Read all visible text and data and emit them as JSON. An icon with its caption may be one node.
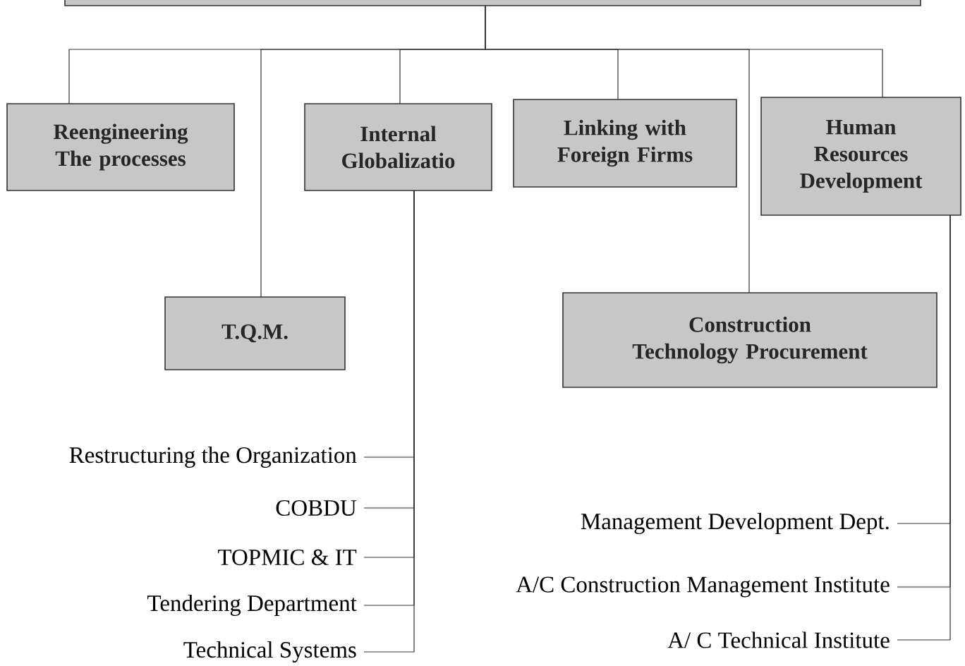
{
  "diagram": {
    "nodes": [
      {
        "text": [],
        "shape": "box"
      },
      {
        "text": [
          "Reengineering The processes"
        ]
      },
      {
        "text": [
          "Internal Globalizatio"
        ]
      },
      {
        "text": [
          "Linking with Foreign Firms"
        ]
      },
      {
        "text": [
          "Human Resources Development"
        ]
      },
      {
        "text": [
          "T.Q.M."
        ]
      },
      {
        "text": [
          "Construction Technology Procurement"
        ]
      },
      {
        "text": [
          "Restructuring the Organization"
        ]
      },
      {
        "text": [
          "COBDU"
        ]
      },
      {
        "text": [
          "TOPMIC & IT"
        ]
      },
      {
        "text": [
          "Tendering Department"
        ]
      },
      {
        "text": [
          "Technical Systems"
        ]
      },
      {
        "text": [
          "Management Development Dept."
        ]
      },
      {
        "text": [
          "A/C Construction Management Institute"
        ]
      },
      {
        "text": [
          "A/ C Technical Institute"
        ]
      }
    ],
    "edges": [
      {
        "from": 0,
        "to": 1,
        "arrow": "none"
      },
      {
        "from": 0,
        "to": 5,
        "arrow": "none"
      },
      {
        "from": 0,
        "to": 2,
        "arrow": "none"
      },
      {
        "from": 0,
        "to": 3,
        "arrow": "none"
      },
      {
        "from": 0,
        "to": 6,
        "arrow": "none"
      },
      {
        "from": 0,
        "to": 4,
        "arrow": "none"
      },
      {
        "from": 2,
        "to": 7,
        "arrow": "none"
      },
      {
        "from": 2,
        "to": 8,
        "arrow": "none"
      },
      {
        "from": 2,
        "to": 9,
        "arrow": "none"
      },
      {
        "from": 2,
        "to": 10,
        "arrow": "none"
      },
      {
        "from": 2,
        "to": 11,
        "arrow": "none"
      },
      {
        "from": 4,
        "to": 12,
        "arrow": "none"
      },
      {
        "from": 4,
        "to": 13,
        "arrow": "none"
      },
      {
        "from": 4,
        "to": 14,
        "arrow": "none"
      }
    ]
  }
}
